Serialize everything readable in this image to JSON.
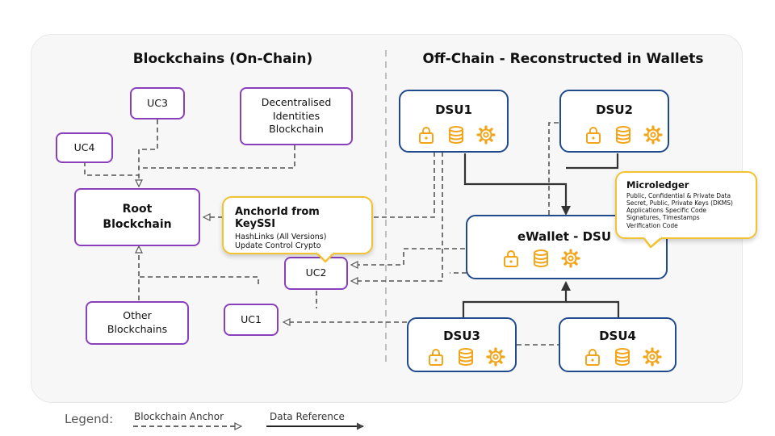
{
  "left_title": "Blockchains (On-Chain)",
  "right_title": "Off-Chain - Reconstructed in Wallets",
  "onchain": {
    "uc3": "UC3",
    "uc4": "UC4",
    "did": "Decentralised\nIdentities\nBlockchain",
    "root": "Root\nBlockchain",
    "other": "Other\nBlockchains",
    "uc2": "UC2",
    "uc1": "UC1"
  },
  "offchain": {
    "dsu1": "DSU1",
    "dsu2": "DSU2",
    "ewallet": "eWallet - DSU",
    "dsu3": "DSU3",
    "dsu4": "DSU4",
    "icons": [
      "lock-icon",
      "database-icon",
      "gear-icon"
    ]
  },
  "anchor_callout": {
    "title": "AnchorId from KeySSI",
    "lines": [
      "HashLinks (All Versions)",
      "Update Control Crypto"
    ]
  },
  "microledger_callout": {
    "title": "Microledger",
    "lines": [
      "Public, Confidential & Private Data",
      "Secret, Public, Private Keys (DKMS)",
      "Applications Specific Code",
      "Signatures, Timestamps",
      "Verification Code"
    ]
  },
  "legend": {
    "label": "Legend:",
    "anchor": "Blockchain Anchor",
    "reference": "Data Reference"
  },
  "colors": {
    "onchain_border": "#8a3fbf",
    "dsu_border": "#1f4a8c",
    "callout_border": "#f2c230",
    "icon": "#f2a51a",
    "connector": "#555555",
    "data_reference": "#333333"
  }
}
